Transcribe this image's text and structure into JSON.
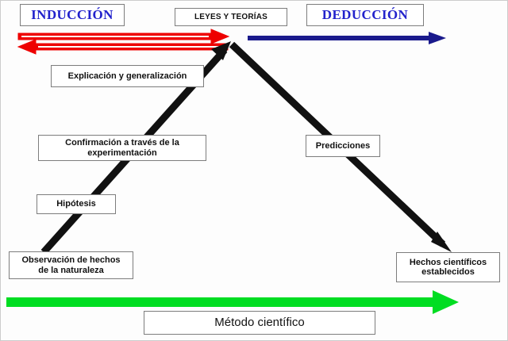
{
  "diagram": {
    "title_hidden": "Método científico - Inducción y Deducción",
    "background": "#fdfdfd",
    "colors": {
      "induction_arrow": "#ee0000",
      "deduction_arrow": "#1a1a8c",
      "method_arrow": "#00dd22",
      "flow_arrow": "#111111",
      "box_border": "#7d7d7d",
      "heading_text": "#2222cc",
      "body_text": "#111111"
    },
    "boxes": [
      {
        "id": "induccion",
        "label": "INDUCCIÓN"
      },
      {
        "id": "leyes",
        "label": "LEYES Y TEORÍAS"
      },
      {
        "id": "deduccion",
        "label": "DEDUCCIÓN"
      },
      {
        "id": "explicacion",
        "label": "Explicación y generalización"
      },
      {
        "id": "confirmacion",
        "line1": "Confirmación a través de la",
        "line2": "experimentación"
      },
      {
        "id": "predicciones",
        "label": "Predicciones"
      },
      {
        "id": "hipotesis",
        "label": "Hipótesis"
      },
      {
        "id": "observacion",
        "line1": "Observación de hechos",
        "line2": "de la naturaleza"
      },
      {
        "id": "hechos",
        "line1": "Hechos científicos",
        "line2": "establecidos"
      },
      {
        "id": "metodo",
        "label": "Método científico"
      }
    ],
    "arrows": [
      {
        "id": "induction-right",
        "direction": "right",
        "color": "#ee0000"
      },
      {
        "id": "induction-left",
        "direction": "left",
        "color": "#ee0000"
      },
      {
        "id": "deduction-right",
        "direction": "right",
        "color": "#1a1a8c"
      },
      {
        "id": "method-right",
        "direction": "right",
        "color": "#00dd22"
      },
      {
        "id": "ascending-flow",
        "direction": "up-right",
        "color": "#111111"
      },
      {
        "id": "descending-flow",
        "direction": "down-right",
        "color": "#111111"
      }
    ]
  }
}
